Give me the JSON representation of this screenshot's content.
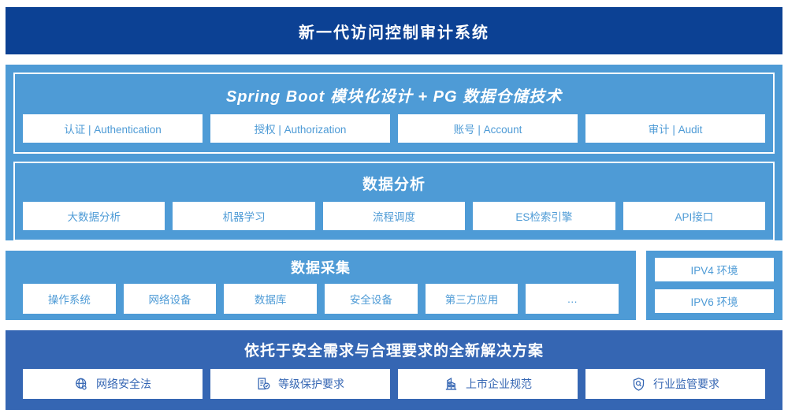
{
  "header": {
    "title": "新一代访问控制审计系统"
  },
  "platform_section": {
    "panels": [
      {
        "title": "Spring Boot 模块化设计 + PG 数据仓储技术",
        "title_style": "italic",
        "cards": [
          {
            "label": "认证 | Authentication"
          },
          {
            "label": "授权 | Authorization"
          },
          {
            "label": "账号 | Account"
          },
          {
            "label": "审计 | Audit"
          }
        ]
      },
      {
        "title": "数据分析",
        "title_style": "normal",
        "cards": [
          {
            "label": "大数据分析"
          },
          {
            "label": "机器学习"
          },
          {
            "label": "流程调度"
          },
          {
            "label": "ES检索引擎"
          },
          {
            "label": "API接口"
          }
        ]
      }
    ]
  },
  "collect_section": {
    "title": "数据采集",
    "cards": [
      {
        "label": "操作系统"
      },
      {
        "label": "网络设备"
      },
      {
        "label": "数据库"
      },
      {
        "label": "安全设备"
      },
      {
        "label": "第三方应用"
      },
      {
        "label": "…"
      }
    ]
  },
  "ipv_section": {
    "cards": [
      {
        "label": "IPV4 环境"
      },
      {
        "label": "IPV6 环境"
      }
    ]
  },
  "solution_section": {
    "title": "依托于安全需求与合理要求的全新解决方案",
    "cards": [
      {
        "label": "网络安全法",
        "icon": "globe-icon"
      },
      {
        "label": "等级保护要求",
        "icon": "document-check-icon"
      },
      {
        "label": "上市企业规范",
        "icon": "building-icon"
      },
      {
        "label": "行业监管要求",
        "icon": "shield-search-icon"
      }
    ]
  },
  "colors": {
    "header_navy": "#0c4194",
    "panel_light_blue": "#4e9bd6",
    "solution_blue": "#3566b3",
    "card_background": "#ffffff"
  }
}
